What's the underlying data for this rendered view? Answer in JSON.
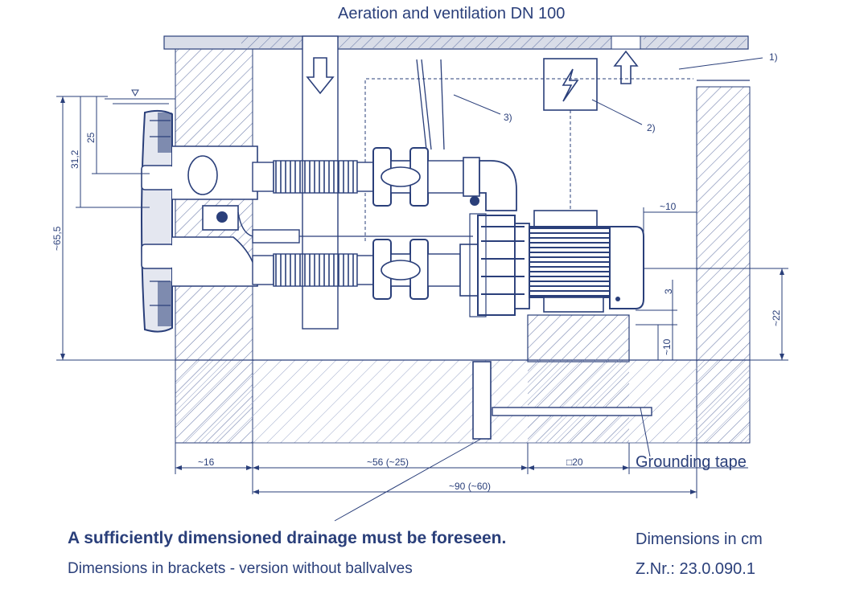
{
  "title": "Aeration and ventilation DN 100",
  "drainage_note": "A sufficiently dimensioned drainage must be foreseen.",
  "brackets_note": "Dimensions in brackets - version without ballvalves",
  "units_note": "Dimensions in cm",
  "drawing_number": "Z.Nr.: 23.0.090.1",
  "grounding_label": "Grounding tape",
  "callouts": {
    "c1": "1)",
    "c2": "2)",
    "c3": "3)"
  },
  "dimensions": {
    "d16": "~16",
    "d56": "~56 (~25)",
    "d90": "~90 (~60)",
    "d20": "□20",
    "d10_top": "~10",
    "d65": "~65,5",
    "d31": "31,2",
    "d25": "25",
    "d22": "~22",
    "d3": "3",
    "d10_side": "~10"
  }
}
